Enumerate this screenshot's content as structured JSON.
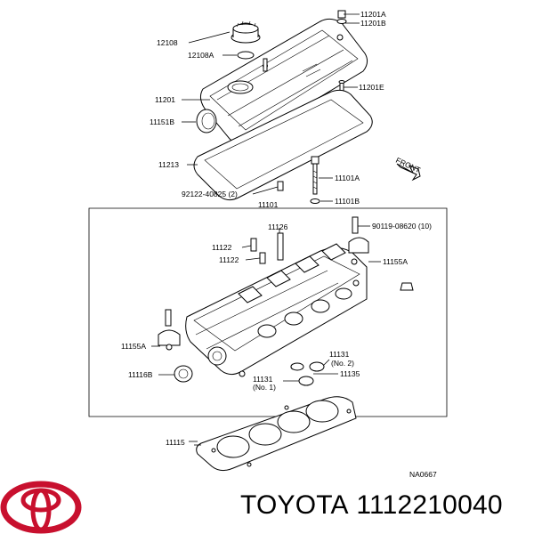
{
  "callouts": {
    "c11201A": "11201A",
    "c11201B": "11201B",
    "c12108": "12108",
    "c12108A": "12108A",
    "c11201E": "11201E",
    "c11201": "11201",
    "c11151B": "11151B",
    "c11213": "11213",
    "c11101A": "11101A",
    "c92122": "92122-40825 (2)",
    "c11101": "11101",
    "c11101B": "11101B",
    "cFront": "FRONT",
    "c11126": "11126",
    "c90119": "90119-08620 (10)",
    "c11122a": "11122",
    "c11122b": "11122",
    "c11155Ar": "11155A",
    "c11155Al": "11155A",
    "c11131n2": "11131",
    "c11131n2sub": "(No. 2)",
    "c11116B": "11116B",
    "c11135": "11135",
    "c11131n1": "11131",
    "c11131n1sub": "(No. 1)",
    "c11115": "11115",
    "cNA": "NA0667"
  },
  "brand": {
    "name": "TOYOTA",
    "part_number": "1112210040",
    "logo_color": "#c8102e"
  }
}
